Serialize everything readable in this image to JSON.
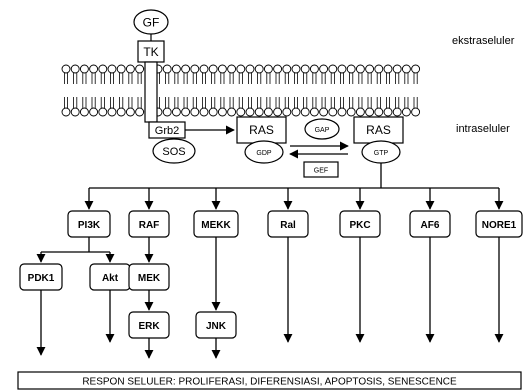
{
  "labels": {
    "ekstraseluler": "ekstraseluler",
    "intraseluler": "intraseluler",
    "response": "RESPON SELULER: PROLIFERASI, DIFERENSIASI, APOPTOSIS, SENESCENCE"
  },
  "receptor": {
    "gf": "GF",
    "tk": "TK"
  },
  "signaling": {
    "grb2": "Grb2",
    "sos": "SOS",
    "ras_left": "RAS",
    "gdp": "GDP",
    "gap": "GAP",
    "ras_right": "RAS",
    "gtp": "GTP",
    "gef": "GEF"
  },
  "effectors": [
    "PI3K",
    "RAF",
    "MEKK",
    "Ral",
    "PKC",
    "AF6",
    "NORE1"
  ],
  "downstream": {
    "pdk1": "PDK1",
    "akt": "Akt",
    "mek": "MEK",
    "erk": "ERK",
    "jnk": "JNK"
  }
}
